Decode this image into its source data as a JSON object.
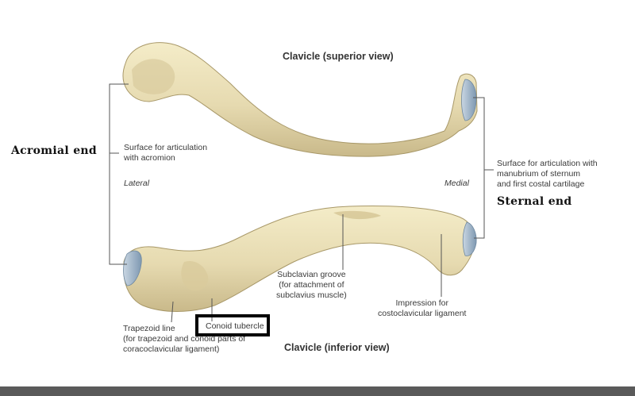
{
  "labels": {
    "superior_view": "Clavicle (superior view)",
    "inferior_view": "Clavicle (inferior view)",
    "acromial_end": "Acromial end",
    "sternal_end": "Sternal end",
    "surface_acromion_l1": "Surface for articulation",
    "surface_acromion_l2": "with acromion",
    "lateral": "Lateral",
    "medial": "Medial",
    "surface_sternum_l1": "Surface for articulation with",
    "surface_sternum_l2": "manubrium of sternum",
    "surface_sternum_l3": "and first costal cartilage",
    "subclavian_l1": "Subclavian groove",
    "subclavian_l2": "(for attachment of",
    "subclavian_l3": "subclavius muscle)",
    "impression_l1": "Impression for",
    "impression_l2": "costoclavicular ligament",
    "trapezoid_l1": "Trapezoid line",
    "trapezoid_l2": "(for trapezoid and conoid parts of",
    "trapezoid_l3": "coracoclavicular ligament)",
    "conoid": "Conoid tubercle"
  },
  "colors": {
    "bone": "#e9dfb4",
    "bone_shade": "#c8b98a",
    "cartilage": "#9fb4c8",
    "leader": "#555555",
    "highlight_box": "#000000",
    "footer": "#5a5a5a"
  }
}
